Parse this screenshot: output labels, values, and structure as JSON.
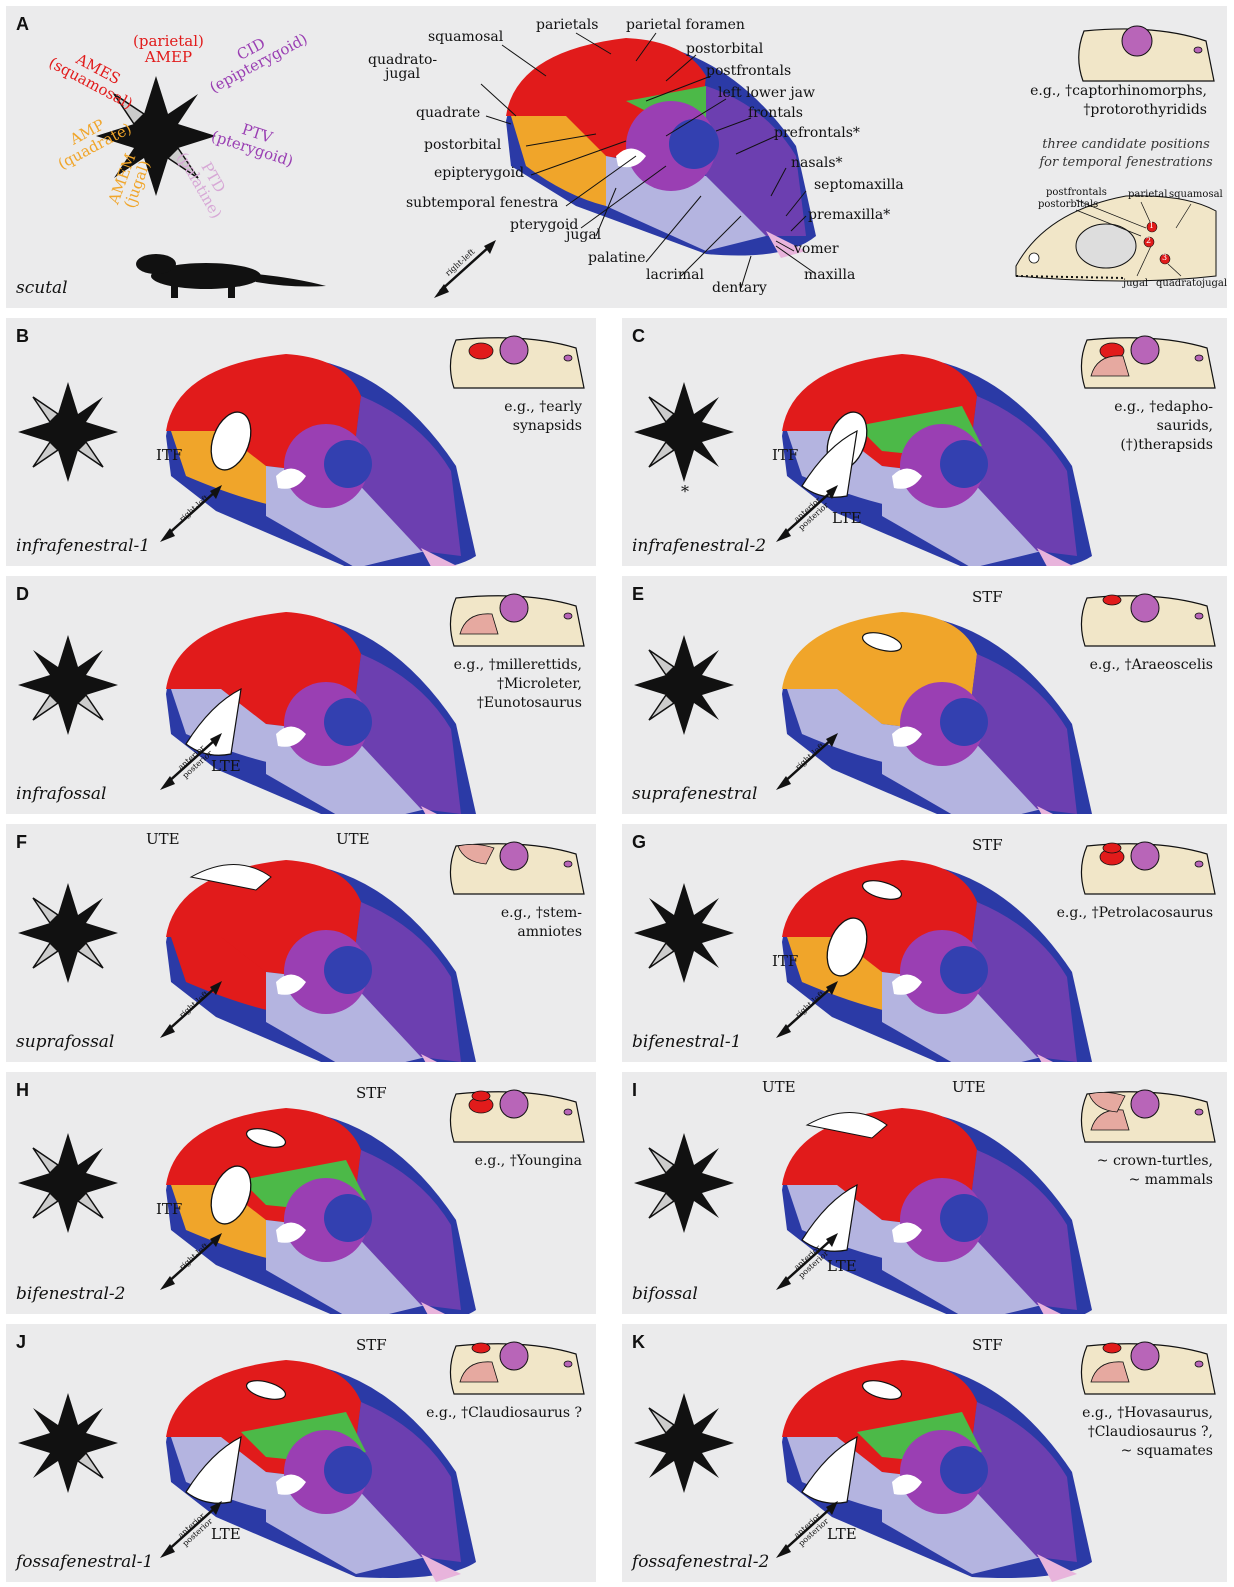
{
  "colors": {
    "panel_bg": "#ebebec",
    "squamosal": "#e11b1b",
    "quadrate_jugal": "#f0a52a",
    "pterygoid": "#9a3fb3",
    "palatine": "#d7a8d6",
    "parietal_green": "#4cb948",
    "lower_jaw": "#2b3aa6",
    "maxilla_lavender": "#b4b4e0",
    "frontals_purple": "#6c3fb0",
    "inset_skull": "#f1e6c8",
    "inset_orbit": "#b865b8"
  },
  "panelA": {
    "letter": "A",
    "name": "scutal",
    "star_labels": {
      "ames": "AMES\n(squamosal)",
      "amep": "(parietal)\nAMEP",
      "cid": "CID\n(epipterygoid)",
      "ptv": "PTV\n(pterygoid)",
      "ptd": "PTD\n(palatine)",
      "amem": "AMEM\n(jugal)",
      "amp": "AMP\n(quadrate)"
    },
    "bone_labels": {
      "squamosal": "squamosal",
      "parietals": "parietals",
      "parietal_foramen": "parietal foramen",
      "quadratojugal": "quadrato-\njugal",
      "postorbital_top": "postorbital",
      "postfrontals": "postfrontals",
      "left_lower_jaw": "left lower jaw",
      "quadrate": "quadrate",
      "frontals": "frontals",
      "prefrontals": "prefrontals*",
      "postorbital": "postorbital",
      "epipterygoid": "epipterygoid",
      "nasals": "nasals*",
      "subtemporal": "subtemporal fenestra",
      "septomaxilla": "septomaxilla",
      "pterygoid": "pterygoid",
      "jugal": "jugal",
      "premaxilla": "premaxilla*",
      "palatine": "palatine",
      "vomer": "vomer",
      "lacrimal": "lacrimal",
      "maxilla": "maxilla",
      "dentary": "dentary"
    },
    "arrow_label": "right-left",
    "example": "e.g., †captorhinomorphs,\n†protorothyridids",
    "candidate_title": "three candidate positions\nfor temporal fenestrations",
    "candidate_labels": {
      "postfrontals": "postfrontals",
      "postorbitals": "postorbitals",
      "parietal": "parietal",
      "squamosal": "squamosal",
      "jugal": "jugal",
      "quadratojugal": "quadratojugal"
    },
    "candidate_numbers": [
      "1",
      "2",
      "3"
    ]
  },
  "panels": [
    {
      "letter": "B",
      "name": "infrafenestral-1",
      "labels": [
        "ITF"
      ],
      "arrow": "right-left",
      "example": "e.g., †early\nsynapsids"
    },
    {
      "letter": "C",
      "name": "infrafenestral-2",
      "labels": [
        "ITF",
        "LTE"
      ],
      "arrow": "anterior\nposterior",
      "example": "e.g., †edapho-\nsaurids,\n(†)therapsids",
      "star_mark": "*"
    },
    {
      "letter": "D",
      "name": "infrafossal",
      "labels": [
        "LTE"
      ],
      "arrow": "anterior\nposterior",
      "example": "e.g., †millerettids,\n†Microleter,\n†Eunotosaurus"
    },
    {
      "letter": "E",
      "name": "suprafenestral",
      "labels": [
        "STF"
      ],
      "arrow": "right-left",
      "example": "e.g., †Araeoscelis"
    },
    {
      "letter": "F",
      "name": "suprafossal",
      "labels": [
        "UTE",
        "UTE"
      ],
      "arrow": "right-left",
      "example": "e.g., †stem-\namniotes"
    },
    {
      "letter": "G",
      "name": "bifenestral-1",
      "labels": [
        "STF",
        "ITF"
      ],
      "arrow": "right-left",
      "example": "e.g., †Petrolacosaurus"
    },
    {
      "letter": "H",
      "name": "bifenestral-2",
      "labels": [
        "STF",
        "ITF"
      ],
      "arrow": "right-left",
      "example": "e.g., †Youngina"
    },
    {
      "letter": "I",
      "name": "bifossal",
      "labels": [
        "UTE",
        "UTE",
        "LTE"
      ],
      "arrow": "anterior\nposterior",
      "example": "~ crown-turtles,\n~ mammals"
    },
    {
      "letter": "J",
      "name": "fossafenestral-1",
      "labels": [
        "STF",
        "LTE"
      ],
      "arrow": "anterior\nposterior",
      "example": "e.g., †Claudiosaurus ?"
    },
    {
      "letter": "K",
      "name": "fossafenestral-2",
      "labels": [
        "STF",
        "LTE"
      ],
      "arrow": "anterior\nposterior",
      "example": "e.g., †Hovasaurus,\n†Claudiosaurus ?,\n~ squamates"
    }
  ]
}
